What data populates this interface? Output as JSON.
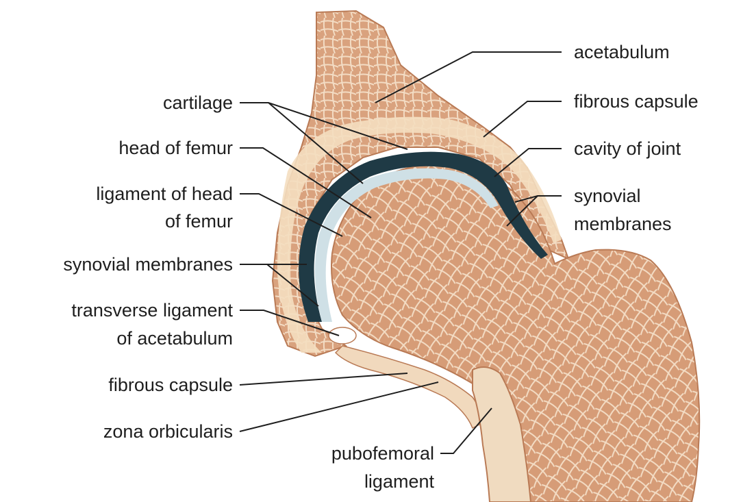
{
  "labels": {
    "left": {
      "cartilage": "cartilage",
      "head_of_femur": "head of femur",
      "ligament_head_1": "ligament of head",
      "ligament_head_2": "of femur",
      "synovial_membranes": "synovial membranes",
      "transverse_1": "transverse ligament",
      "transverse_2": "of acetabulum",
      "fibrous_capsule": "fibrous capsule",
      "zona_orbicularis": "zona orbicularis"
    },
    "right": {
      "acetabulum": "acetabulum",
      "fibrous_capsule": "fibrous capsule",
      "cavity_of_joint": "cavity of joint",
      "synovial_1": "synovial",
      "synovial_2": "membranes"
    },
    "bottom": {
      "pubofemoral_1": "pubofemoral",
      "pubofemoral_2": "ligament"
    }
  },
  "colors": {
    "bone": "#d9a27e",
    "bone_dark": "#b97a55",
    "bone_light": "#f1d9bd",
    "capsule": "#f4dec0",
    "cartilage": "#cfe0e6",
    "cavity": "#1f3a45",
    "line": "#1e1e1e"
  }
}
